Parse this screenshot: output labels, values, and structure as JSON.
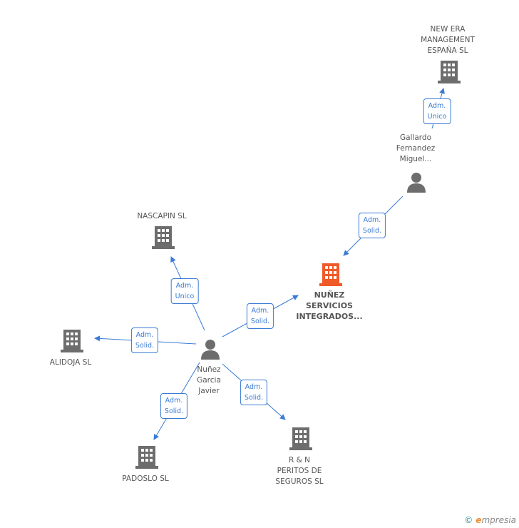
{
  "colors": {
    "edge": "#3a7bd5",
    "icon_gray": "#6d6d6d",
    "icon_focus": "#f05a28",
    "label": "#555555"
  },
  "nodes": {
    "newera": {
      "label": "NEW ERA\nMANAGEMENT\nESPAÑA  SL",
      "kind": "company"
    },
    "gallardo": {
      "label": "Gallardo\nFernandez\nMiguel...",
      "kind": "person"
    },
    "nascapin": {
      "label": "NASCAPIN SL",
      "kind": "company"
    },
    "nunez_servicios": {
      "label": "NUÑEZ\nSERVICIOS\nINTEGRADOS...",
      "kind": "company-focus"
    },
    "alidoja": {
      "label": "ALIDOJA SL",
      "kind": "company"
    },
    "nunez_garcia": {
      "label": "Nuñez\nGarcia\nJavier",
      "kind": "person"
    },
    "padoslo": {
      "label": "PADOSLO SL",
      "kind": "company"
    },
    "ryn": {
      "label": "R & N\nPERITOS DE\nSEGUROS SL",
      "kind": "company"
    }
  },
  "edges": {
    "gallardo_newera": {
      "label": "Adm.\nUnico"
    },
    "gallardo_nunez": {
      "label": "Adm.\nSolid."
    },
    "javier_nascapin": {
      "label": "Adm.\nUnico"
    },
    "javier_nunez": {
      "label": "Adm.\nSolid."
    },
    "javier_alidoja": {
      "label": "Adm.\nSolid."
    },
    "javier_padoslo": {
      "label": "Adm.\nSolid."
    },
    "javier_ryn": {
      "label": "Adm.\nSolid."
    }
  },
  "footer": {
    "copyright_symbol": "©",
    "brand_initial": "e",
    "brand_rest": "mpresia"
  }
}
